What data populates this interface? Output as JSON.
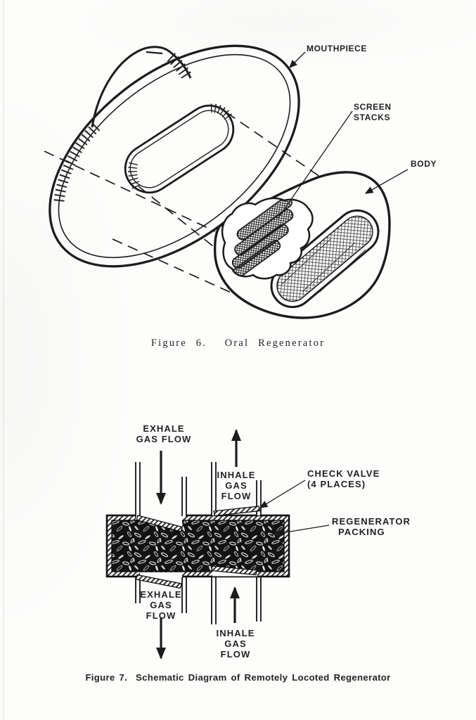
{
  "page": {
    "paper_color": "#fdfdfc",
    "ink_color": "#1c1c1c"
  },
  "figure6": {
    "caption": "Figure 6.  Oral Regenerator",
    "labels": {
      "mouthpiece": "MOUTHPIECE",
      "screen_stacks": [
        "SCREEN",
        "STACKS"
      ],
      "body": "BODY"
    }
  },
  "figure7": {
    "caption": "Figure 7.  Schematic Diagram of Remotely Locoted Regenerator",
    "labels": {
      "exhale_top": [
        "EXHALE",
        "GAS FLOW"
      ],
      "inhale_top": [
        "INHALE",
        "GAS",
        "FLOW"
      ],
      "check_valve": [
        "CHECK VALVE",
        "(4 PLACES)"
      ],
      "regenerator_packing": [
        "REGENERATOR",
        "PACKING"
      ],
      "exhale_bottom": [
        "EXHALE",
        "GAS",
        "FLOW"
      ],
      "inhale_bottom": [
        "INHALE",
        "GAS",
        "FLOW"
      ]
    }
  }
}
